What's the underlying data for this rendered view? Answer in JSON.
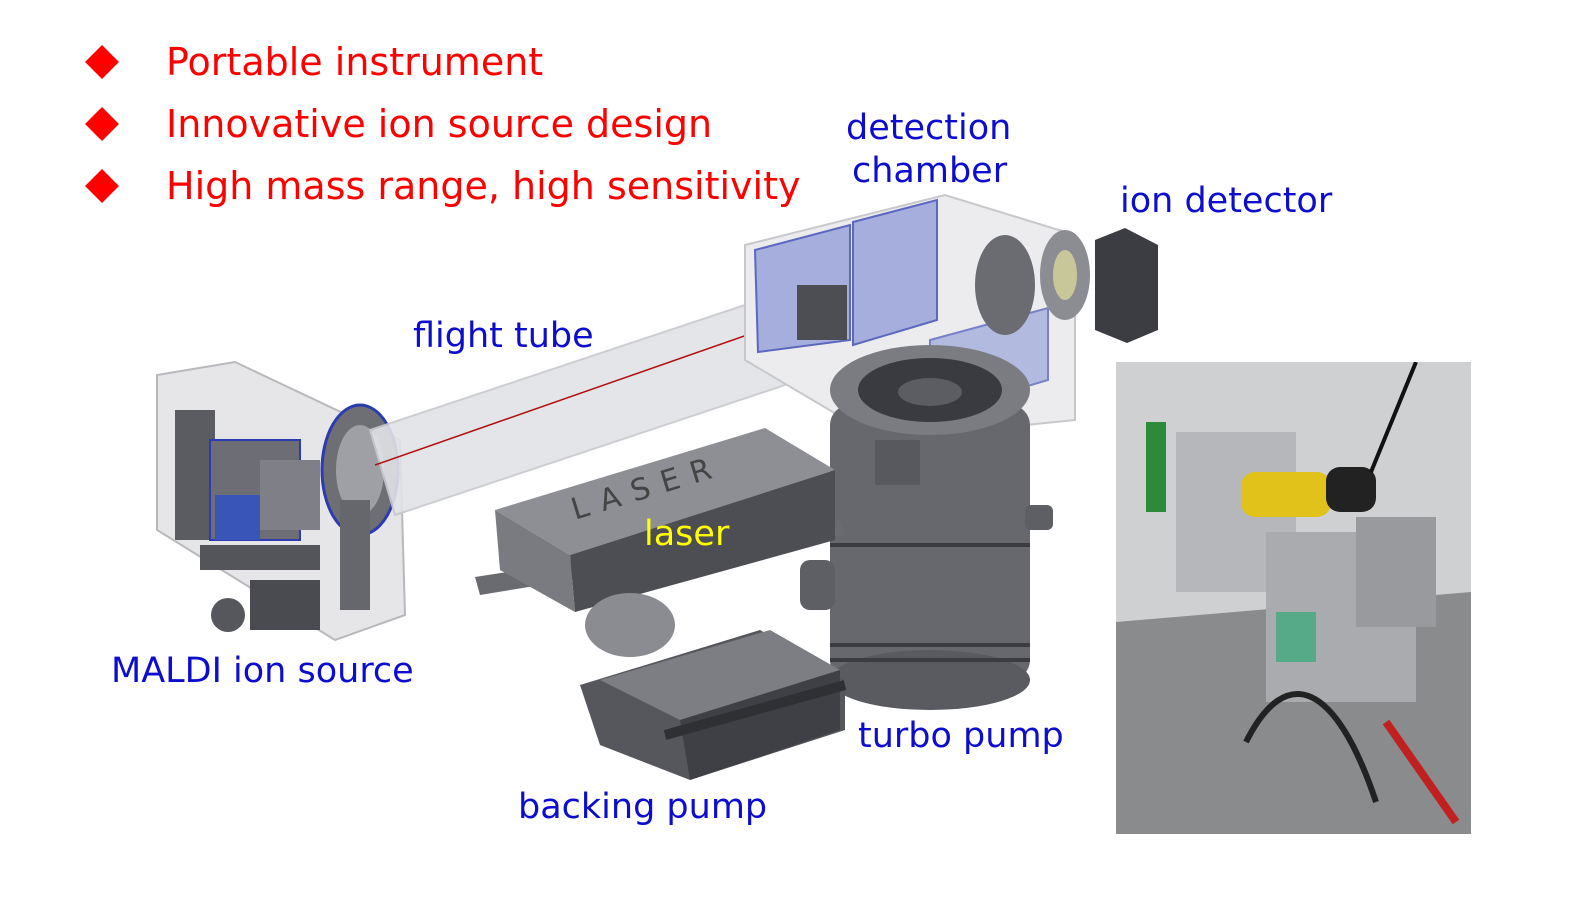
{
  "bullets": [
    "Portable instrument",
    "Innovative ion source design",
    "High mass range, high sensitivity"
  ],
  "labels": {
    "detection_chamber_line1": "detection",
    "detection_chamber_line2": "chamber",
    "ion_detector": "ion detector",
    "flight_tube": "flight tube",
    "laser": "laser",
    "maldi_ion_source": "MALDI ion source",
    "turbo_pump": "turbo pump",
    "backing_pump": "backing pump"
  },
  "engraving": {
    "laser_box": "LASER"
  },
  "colors": {
    "bullet_red": "#ff0000",
    "label_blue": "#0d0dd0",
    "laser_label_yellow": "#ffff00",
    "metal_dark": "#55565a",
    "metal_mid": "#7a7b80",
    "panel_blue": "#8e9ad8"
  }
}
